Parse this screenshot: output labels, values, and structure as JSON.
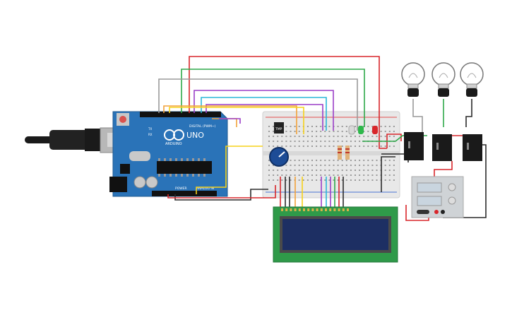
{
  "arduino": {
    "logo_text": "ARDUINO",
    "model_text": "UNO",
    "digital_label": "DIGITAL (PWM~)",
    "power_label": "POWER",
    "analog_label": "ANALOG IN",
    "tx_label": "TX",
    "rx_label": "RX"
  },
  "components": {
    "sensor_label": "TMP",
    "lcd_pins": 16,
    "bulbs": 3,
    "relays": 3,
    "leds": [
      "#d9d9d9",
      "#2db84a",
      "#d8262b"
    ]
  },
  "colors": {
    "arduino_board": "#2a73b8",
    "lcd_board": "#2f9a49",
    "lcd_screen": "#1d2f63",
    "breadboard": "#e8e8e8",
    "wire_red": "#d8262b",
    "wire_green": "#2fa84a",
    "wire_purple": "#9b3fc7",
    "wire_orange": "#f2a23a",
    "wire_yellow": "#f6d21a",
    "wire_cyan": "#2bb7d9",
    "wire_black": "#2b2b2b",
    "wire_gray": "#9a9a9a"
  }
}
